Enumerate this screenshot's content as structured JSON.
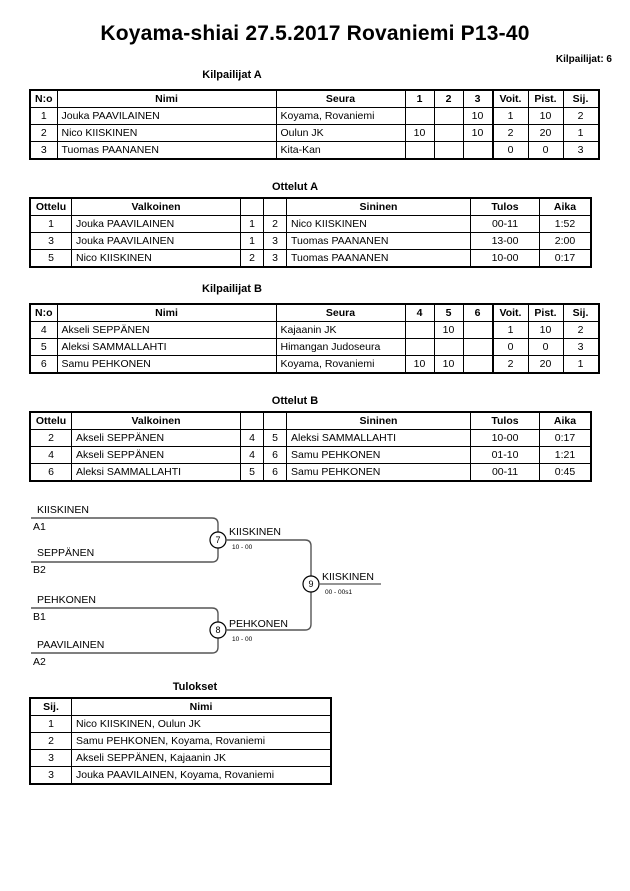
{
  "header": {
    "title": "Koyama-shiai  27.5.2017  Rovaniemi   P13-40",
    "competitors_label": "Kilpailijat: 6"
  },
  "pools": [
    {
      "caption": "Kilpailijat A",
      "columns": [
        "N:o",
        "Nimi",
        "Seura",
        "1",
        "2",
        "3",
        "Voit.",
        "Pist.",
        "Sij."
      ],
      "rows": [
        {
          "no": "1",
          "nimi": "Jouka PAAVILAINEN",
          "seura": "Koyama, Rovaniemi",
          "m": [
            "",
            "",
            "10"
          ],
          "voit": "1",
          "pist": "10",
          "sij": "2"
        },
        {
          "no": "2",
          "nimi": "Nico KIISKINEN",
          "seura": "Oulun JK",
          "m": [
            "10",
            "",
            "10"
          ],
          "voit": "2",
          "pist": "20",
          "sij": "1"
        },
        {
          "no": "3",
          "nimi": "Tuomas PAANANEN",
          "seura": "Kita-Kan",
          "m": [
            "",
            "",
            ""
          ],
          "voit": "0",
          "pist": "0",
          "sij": "3"
        }
      ]
    },
    {
      "caption": "Kilpailijat B",
      "columns": [
        "N:o",
        "Nimi",
        "Seura",
        "4",
        "5",
        "6",
        "Voit.",
        "Pist.",
        "Sij."
      ],
      "rows": [
        {
          "no": "4",
          "nimi": "Akseli SEPPÄNEN",
          "seura": "Kajaanin JK",
          "m": [
            "",
            "10",
            ""
          ],
          "voit": "1",
          "pist": "10",
          "sij": "2"
        },
        {
          "no": "5",
          "nimi": "Aleksi SAMMALLAHTI",
          "seura": "Himangan Judoseura",
          "m": [
            "",
            "",
            ""
          ],
          "voit": "0",
          "pist": "0",
          "sij": "3"
        },
        {
          "no": "6",
          "nimi": "Samu PEHKONEN",
          "seura": "Koyama, Rovaniemi",
          "m": [
            "10",
            "10",
            ""
          ],
          "voit": "2",
          "pist": "20",
          "sij": "1"
        }
      ]
    }
  ],
  "matches": [
    {
      "caption": "Ottelut A",
      "columns": [
        "Ottelu",
        "Valkoinen",
        "",
        "",
        "Sininen",
        "Tulos",
        "Aika"
      ],
      "rows": [
        {
          "ottelu": "1",
          "white": "Jouka PAAVILAINEN",
          "wn": "1",
          "bn": "2",
          "blue": "Nico KIISKINEN",
          "tulos": "00-11",
          "aika": "1:52"
        },
        {
          "ottelu": "3",
          "white": "Jouka PAAVILAINEN",
          "wn": "1",
          "bn": "3",
          "blue": "Tuomas PAANANEN",
          "tulos": "13-00",
          "aika": "2:00"
        },
        {
          "ottelu": "5",
          "white": "Nico KIISKINEN",
          "wn": "2",
          "bn": "3",
          "blue": "Tuomas PAANANEN",
          "tulos": "10-00",
          "aika": "0:17"
        }
      ]
    },
    {
      "caption": "Ottelut B",
      "columns": [
        "Ottelu",
        "Valkoinen",
        "",
        "",
        "Sininen",
        "Tulos",
        "Aika"
      ],
      "rows": [
        {
          "ottelu": "2",
          "white": "Akseli SEPPÄNEN",
          "wn": "4",
          "bn": "5",
          "blue": "Aleksi SAMMALLAHTI",
          "tulos": "10-00",
          "aika": "0:17"
        },
        {
          "ottelu": "4",
          "white": "Akseli SEPPÄNEN",
          "wn": "4",
          "bn": "6",
          "blue": "Samu PEHKONEN",
          "tulos": "01-10",
          "aika": "1:21"
        },
        {
          "ottelu": "6",
          "white": "Aleksi SAMMALLAHTI",
          "wn": "5",
          "bn": "6",
          "blue": "Samu PEHKONEN",
          "tulos": "00-11",
          "aika": "0:45"
        }
      ]
    }
  ],
  "bracket": {
    "entrants": [
      {
        "name": "KIISKINEN",
        "seed": "A1"
      },
      {
        "name": "SEPPÄNEN",
        "seed": "B2"
      },
      {
        "name": "PEHKONEN",
        "seed": "B1"
      },
      {
        "name": "PAAVILAINEN",
        "seed": "A2"
      }
    ],
    "nodes": [
      {
        "number": "7",
        "winner": "KIISKINEN",
        "score": "10 - 00"
      },
      {
        "number": "8",
        "winner": "PEHKONEN",
        "score": "10 - 00"
      },
      {
        "number": "9",
        "winner": "KIISKINEN",
        "score": "00 - 00s1"
      }
    ]
  },
  "results": {
    "caption": "Tulokset",
    "columns": [
      "Sij.",
      "Nimi"
    ],
    "rows": [
      {
        "sij": "1",
        "nimi": "Nico KIISKINEN, Oulun JK"
      },
      {
        "sij": "2",
        "nimi": "Samu PEHKONEN, Koyama, Rovaniemi"
      },
      {
        "sij": "3",
        "nimi": "Akseli SEPPÄNEN, Kajaanin JK"
      },
      {
        "sij": "3",
        "nimi": "Jouka PAAVILAINEN, Koyama, Rovaniemi"
      }
    ]
  }
}
